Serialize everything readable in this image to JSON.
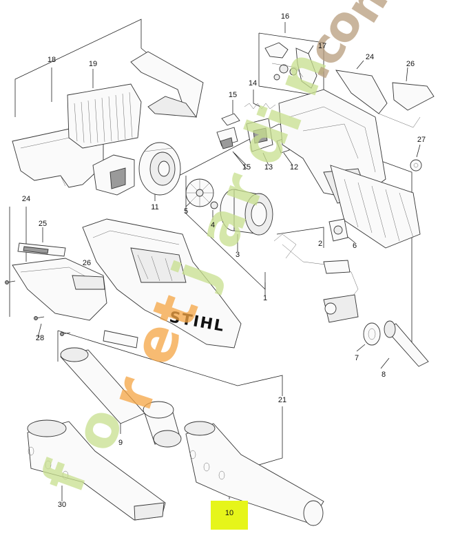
{
  "brand_logo": "STIHL",
  "highlight_color": "#e6f51a",
  "highlighted_part": "10",
  "watermark": {
    "segments": [
      "f",
      "o",
      "r",
      "e",
      "t",
      "j",
      "a",
      "r",
      "d",
      "i",
      "n",
      ".",
      "c",
      "o",
      "m"
    ],
    "colors": {
      "green": "#c8e08e",
      "orange": "#f5a544",
      "brown": "#b89d7d"
    }
  },
  "part_numbers": [
    "16",
    "17",
    "18",
    "19",
    "24",
    "26",
    "14",
    "15",
    "15",
    "13",
    "12",
    "27",
    "11",
    "5",
    "4",
    "2",
    "6",
    "25",
    "24",
    "3",
    "26",
    "1",
    "28",
    "7",
    "8",
    "21",
    "9",
    "30",
    "10"
  ]
}
